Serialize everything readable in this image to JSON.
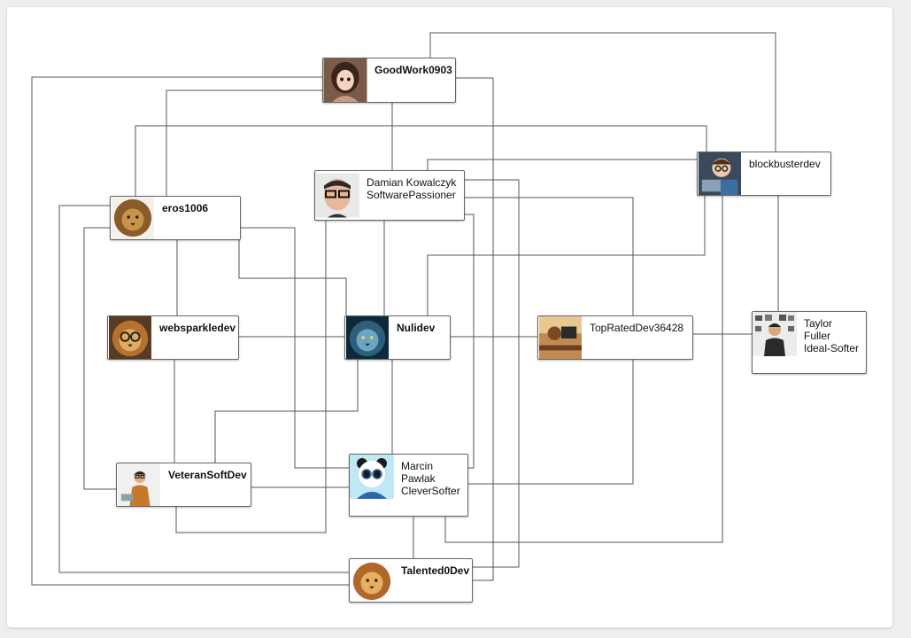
{
  "nodes": {
    "goodwork": {
      "lines": [
        "GoodWork0903"
      ]
    },
    "damian": {
      "lines": [
        "Damian Kowalczyk",
        "SoftwarePassioner"
      ]
    },
    "blockbuster": {
      "lines": [
        "blockbusterdev"
      ]
    },
    "eros": {
      "lines": [
        "eros1006"
      ]
    },
    "websparkle": {
      "lines": [
        "websparkledev"
      ]
    },
    "nulidev": {
      "lines": [
        "Nulidev"
      ]
    },
    "toprated": {
      "lines": [
        "TopRatedDev36428"
      ]
    },
    "taylor": {
      "lines": [
        "Taylor",
        "Fuller",
        "Ideal-Softer"
      ]
    },
    "veteran": {
      "lines": [
        "VeteranSoftDev"
      ]
    },
    "marcin": {
      "lines": [
        "Marcin",
        "Pawlak",
        "CleverSofter"
      ]
    },
    "talented": {
      "lines": [
        "Talented0Dev"
      ]
    }
  },
  "colors": {
    "wire": "#555555",
    "border": "#666666"
  }
}
